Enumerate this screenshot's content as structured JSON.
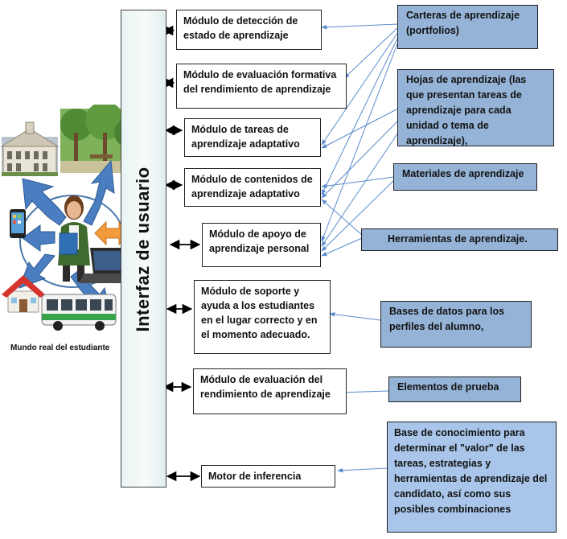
{
  "interface_label": "Interfaz de usuario",
  "student_world_caption": "Mundo real del estudiante",
  "modules": [
    {
      "label": "Módulo de detección de estado de aprendizaje"
    },
    {
      "label": "Módulo de evaluación formativa del rendimiento de aprendizaje"
    },
    {
      "label": "Módulo de tareas de aprendizaje adaptativo"
    },
    {
      "label": "Módulo de contenidos de aprendizaje adaptativo"
    },
    {
      "label": "Módulo de apoyo de aprendizaje personal"
    },
    {
      "label": "Módulo de soporte y ayuda a los estudiantes en el lugar correcto y en el momento adecuado."
    },
    {
      "label": "Módulo de evaluación del rendimiento de aprendizaje"
    },
    {
      "label": "Motor de inferencia"
    }
  ],
  "resources": [
    {
      "label": "Carteras de aprendizaje (portfolios)"
    },
    {
      "label": "Hojas de aprendizaje (las que presentan tareas de aprendizaje para cada unidad o tema de aprendizaje),"
    },
    {
      "label": "Materiales de aprendizaje"
    },
    {
      "label": "Herramientas de aprendizaje."
    },
    {
      "label": "Bases de datos para los perfiles del alumno,"
    },
    {
      "label": "Elementos de prueba"
    },
    {
      "label": "Base de conocimiento para determinar el \"valor\" de las tareas, estrategias y herramientas de aprendizaje del candidato, así como sus posibles combinaciones"
    }
  ],
  "colors": {
    "resource_fill": "#95b3d7",
    "resource_fill_light": "#a9c6ea",
    "connector_line": "#5b8ccc",
    "arrow_blue": "#4a7ec0",
    "arrow_orange": "#f39a3a"
  }
}
